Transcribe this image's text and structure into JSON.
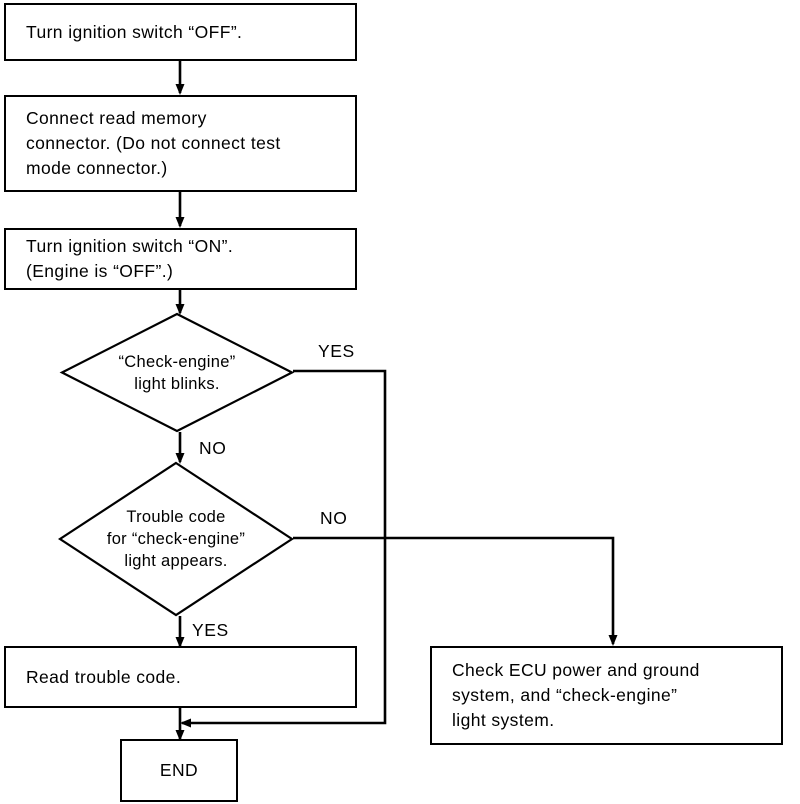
{
  "diagram": {
    "title": "Check engine light diagnostic flowchart",
    "colors": {
      "stroke": "#000000",
      "fill": "#ffffff",
      "text": "#000000"
    },
    "nodes": {
      "turn_ignition_off": {
        "type": "process",
        "lines": [
          "Turn ignition switch “OFF”."
        ]
      },
      "connect_read_memory": {
        "type": "process",
        "lines": [
          "Connect read memory",
          "connector. (Do not connect test",
          "mode connector.)"
        ]
      },
      "turn_ignition_on": {
        "type": "process",
        "lines": [
          "Turn ignition switch “ON”.",
          "(Engine is “OFF”.)"
        ]
      },
      "check_engine_blinks": {
        "type": "decision",
        "lines": [
          "“Check-engine”",
          "light blinks."
        ]
      },
      "trouble_code_appears": {
        "type": "decision",
        "lines": [
          "Trouble code",
          "for “check-engine”",
          "light appears."
        ]
      },
      "read_trouble_code": {
        "type": "process",
        "lines": [
          "Read trouble code."
        ]
      },
      "check_ecu_power": {
        "type": "process",
        "lines": [
          "Check ECU power and ground",
          "system, and “check-engine”",
          "light system."
        ]
      },
      "end": {
        "type": "terminator",
        "lines": [
          "END"
        ]
      }
    },
    "edge_labels": {
      "blinks_yes": "YES",
      "blinks_no": "NO",
      "code_no": "NO",
      "code_yes": "YES"
    }
  }
}
